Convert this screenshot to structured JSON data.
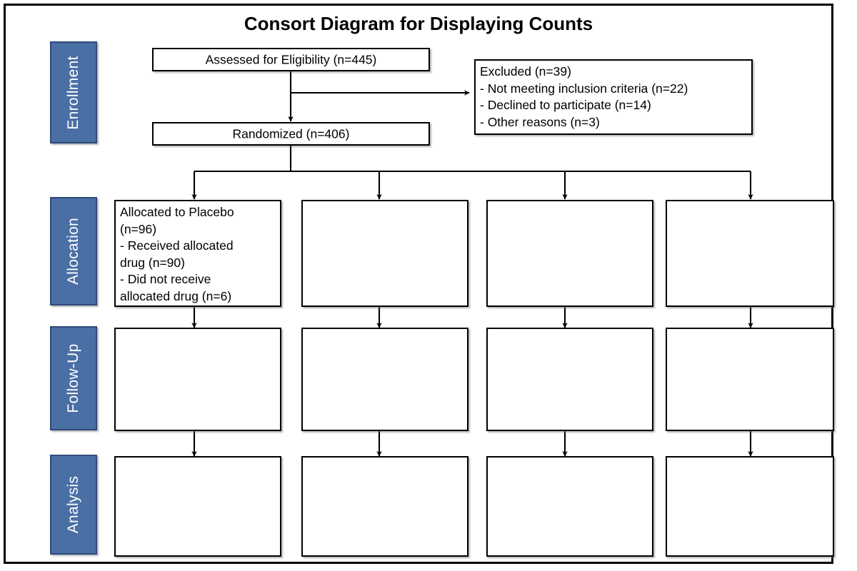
{
  "title": "Consort Diagram for Displaying Counts",
  "colors": {
    "stage_chip_fill": "#4A6FA5",
    "stage_chip_border": "#2E4A78",
    "box_border": "#000000",
    "box_fill": "#FFFFFF",
    "frame_border": "#000000",
    "text": "#000000",
    "stage_label_text": "#FFFFFF"
  },
  "stages": [
    {
      "label": "Enrollment"
    },
    {
      "label": "Allocation"
    },
    {
      "label": "Follow-Up"
    },
    {
      "label": "Analysis"
    }
  ],
  "boxes": {
    "assessed": "Assessed for Eligibility (n=445)",
    "randomized": "Randomized (n=406)",
    "excluded": "Excluded (n=39)\n- Not meeting inclusion criteria (n=22)\n- Declined to participate (n=14)\n- Other reasons (n=3)",
    "allocation_1": "Allocated to Placebo\n (n=96)\n- Received allocated\n  drug (n=90)\n- Did not receive\n  allocated drug (n=6)",
    "allocation_2": "",
    "allocation_3": "",
    "allocation_4": "",
    "followup_1": "",
    "followup_2": "",
    "followup_3": "",
    "followup_4": "",
    "analysis_1": "",
    "analysis_2": "",
    "analysis_3": "",
    "analysis_4": ""
  },
  "counts": {
    "assessed_for_eligibility": 445,
    "randomized": 406,
    "excluded_total": 39,
    "excluded_not_meeting_inclusion_criteria": 22,
    "excluded_declined_to_participate": 14,
    "excluded_other_reasons": 3,
    "allocated_to_placebo": 96,
    "received_allocated_drug": 90,
    "did_not_receive_allocated_drug": 6
  }
}
